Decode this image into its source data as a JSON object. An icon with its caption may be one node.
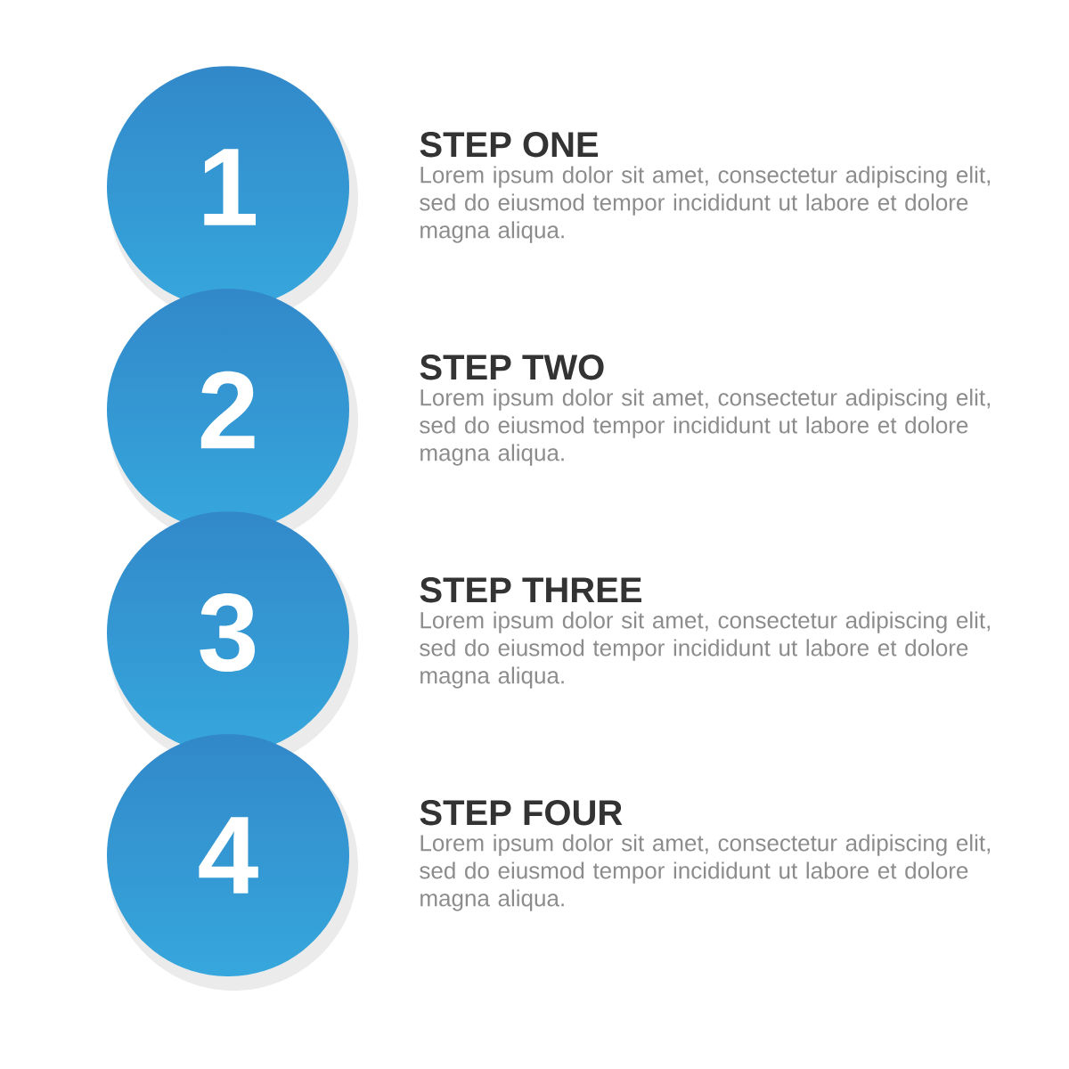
{
  "diagram": {
    "nodes": [
      {
        "text": [
          "1"
        ],
        "beside": [
          "STEP ONE",
          "Lorem ipsum dolor sit amet, consectetur adipiscing elit, sed do eiusmod tempor incididunt ut labore et dolore magna aliqua."
        ]
      },
      {
        "text": [
          "2"
        ],
        "beside": [
          "STEP TWO",
          "Lorem ipsum dolor sit amet, consectetur adipiscing elit, sed do eiusmod tempor incididunt ut labore et dolore magna aliqua."
        ]
      },
      {
        "text": [
          "3"
        ],
        "beside": [
          "STEP THREE",
          "Lorem ipsum dolor sit amet, consectetur adipiscing elit, sed do eiusmod tempor incididunt ut labore et dolore magna aliqua."
        ]
      },
      {
        "text": [
          "4"
        ],
        "beside": [
          "STEP FOUR",
          "Lorem ipsum dolor sit amet, consectetur adipiscing elit, sed do eiusmod tempor incididunt ut labore et dolore magna aliqua."
        ]
      }
    ]
  }
}
